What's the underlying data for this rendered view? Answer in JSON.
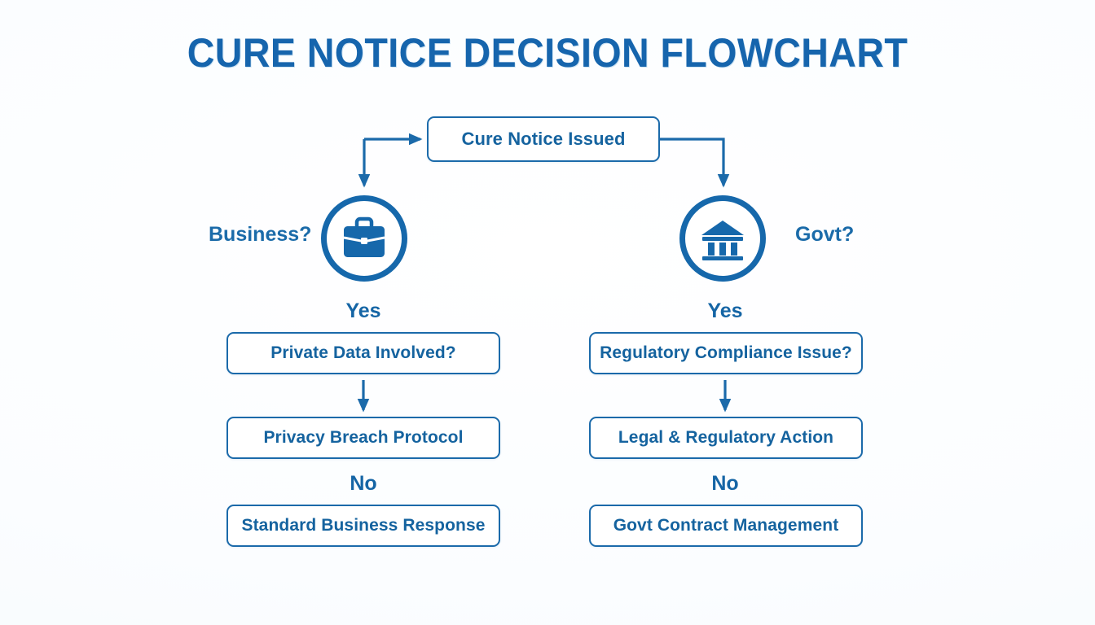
{
  "page": {
    "title": "CURE NOTICE DECISION FLOWCHART",
    "background_color": "#fdfeff",
    "accent_color": "#1668ab",
    "text_color": "#15639f"
  },
  "flow": {
    "root": {
      "label": "Cure Notice Issued"
    },
    "branches": [
      {
        "side_label": "Business?",
        "icon": "briefcase-icon",
        "yes_label": "Yes",
        "no_label": "No",
        "decision": "Private Data Involved?",
        "yes_outcome": "Privacy Breach Protocol",
        "no_outcome": "Standard Business Response"
      },
      {
        "side_label": "Govt?",
        "icon": "bank-icon",
        "yes_label": "Yes",
        "no_label": "No",
        "decision": "Regulatory Compliance Issue?",
        "yes_outcome": "Legal & Regulatory Action",
        "no_outcome": "Govt Contract Management"
      }
    ]
  }
}
